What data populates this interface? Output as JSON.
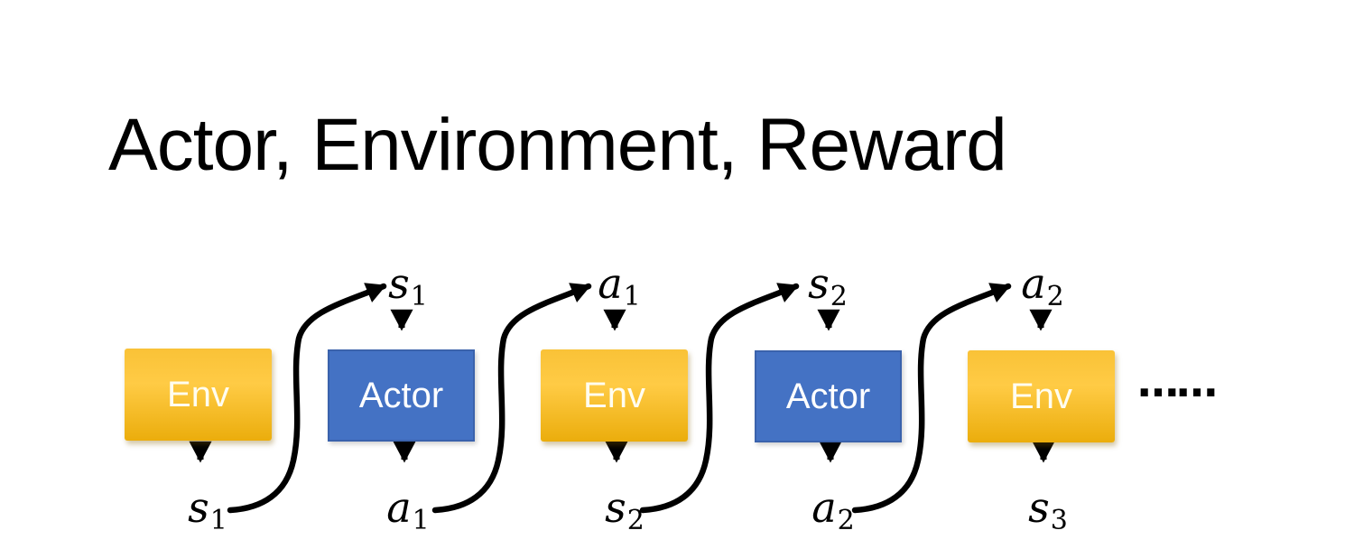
{
  "slide": {
    "title": "Actor, Environment, Reward",
    "ellipsis": "……"
  },
  "diagram": {
    "boxes": [
      {
        "id": "env-1",
        "label": "Env",
        "type": "env"
      },
      {
        "id": "actor-1",
        "label": "Actor",
        "type": "actor"
      },
      {
        "id": "env-2",
        "label": "Env",
        "type": "env"
      },
      {
        "id": "actor-2",
        "label": "Actor",
        "type": "actor"
      },
      {
        "id": "env-3",
        "label": "Env",
        "type": "env"
      }
    ],
    "top_labels": [
      {
        "base": "s",
        "sub": "1"
      },
      {
        "base": "a",
        "sub": "1"
      },
      {
        "base": "s",
        "sub": "2"
      },
      {
        "base": "a",
        "sub": "2"
      }
    ],
    "bottom_labels": [
      {
        "base": "s",
        "sub": "1"
      },
      {
        "base": "a",
        "sub": "1"
      },
      {
        "base": "s",
        "sub": "2"
      },
      {
        "base": "a",
        "sub": "2"
      },
      {
        "base": "s",
        "sub": "3"
      }
    ],
    "colors": {
      "env_gradient_top": "#F9C237",
      "env_gradient_bottom": "#EBAD0C",
      "actor_fill": "#4472C4",
      "actor_border": "#3A62AC",
      "arrow": "#000000",
      "box_text": "#FFFFFF"
    }
  }
}
